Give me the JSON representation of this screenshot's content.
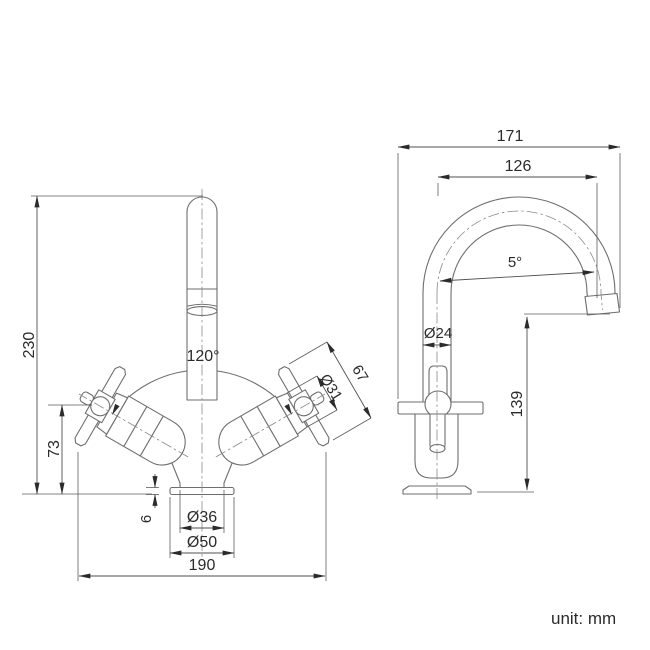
{
  "drawing": {
    "unit_note": "unit: mm",
    "colors": {
      "background": "#ffffff",
      "object_line": "#6e6e6e",
      "dimension_line": "#4f4f4f",
      "centerline": "#8a8a8a",
      "text": "#2b2b2b"
    },
    "front_view": {
      "dimensions": {
        "overall_height": "230",
        "handle_center_height": "73",
        "base_plate_thickness": "6",
        "handle_angle": "120°",
        "handle_span": "67",
        "handle_skirt_diameter": "Ø31",
        "shank_diameter": "Ø36",
        "base_diameter": "Ø50",
        "overall_width": "190"
      }
    },
    "side_view": {
      "dimensions": {
        "overall_depth": "171",
        "spout_reach": "126",
        "spout_tilt_angle": "5°",
        "spout_diameter": "Ø24",
        "spout_outlet_height": "139"
      }
    }
  }
}
